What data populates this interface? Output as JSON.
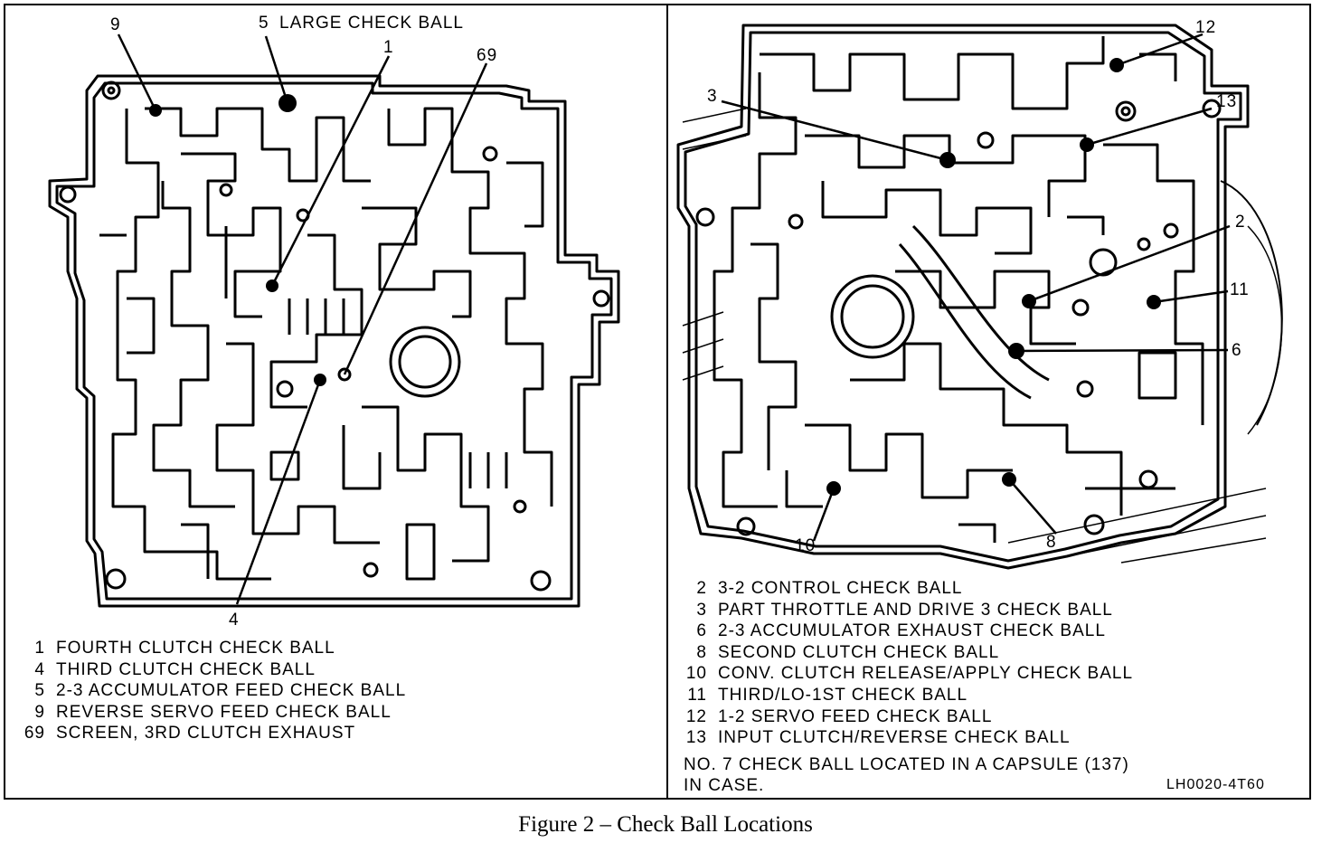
{
  "left_panel": {
    "callouts": {
      "c9": "9",
      "c5": "5",
      "c5_text": "LARGE CHECK BALL",
      "c1": "1",
      "c69": "69",
      "c4": "4"
    },
    "legend": [
      {
        "num": "1",
        "text": "FOURTH CLUTCH CHECK BALL"
      },
      {
        "num": "4",
        "text": "THIRD CLUTCH CHECK BALL"
      },
      {
        "num": "5",
        "text": "2-3 ACCUMULATOR FEED CHECK BALL"
      },
      {
        "num": "9",
        "text": "REVERSE SERVO FEED CHECK BALL"
      },
      {
        "num": "69",
        "text": "SCREEN, 3RD CLUTCH EXHAUST"
      }
    ]
  },
  "right_panel": {
    "callouts": {
      "c12": "12",
      "c3": "3",
      "c13": "13",
      "c2": "2",
      "c11": "11",
      "c6": "6",
      "c10": "10",
      "c8": "8"
    },
    "legend": [
      {
        "num": "2",
        "text": "3-2 CONTROL CHECK BALL"
      },
      {
        "num": "3",
        "text": "PART THROTTLE AND DRIVE 3 CHECK BALL"
      },
      {
        "num": "6",
        "text": "2-3 ACCUMULATOR EXHAUST CHECK BALL"
      },
      {
        "num": "8",
        "text": "SECOND CLUTCH CHECK BALL"
      },
      {
        "num": "10",
        "text": "CONV. CLUTCH RELEASE/APPLY CHECK BALL"
      },
      {
        "num": "11",
        "text": "THIRD/LO-1ST CHECK BALL"
      },
      {
        "num": "12",
        "text": "1-2 SERVO FEED CHECK BALL"
      },
      {
        "num": "13",
        "text": "INPUT CLUTCH/REVERSE CHECK BALL"
      }
    ],
    "note_line1": "NO. 7 CHECK BALL LOCATED IN A CAPSULE (137)",
    "note_line2": "IN CASE.",
    "code": "LH0020-4T60"
  },
  "caption": "Figure 2 – Check Ball Locations"
}
